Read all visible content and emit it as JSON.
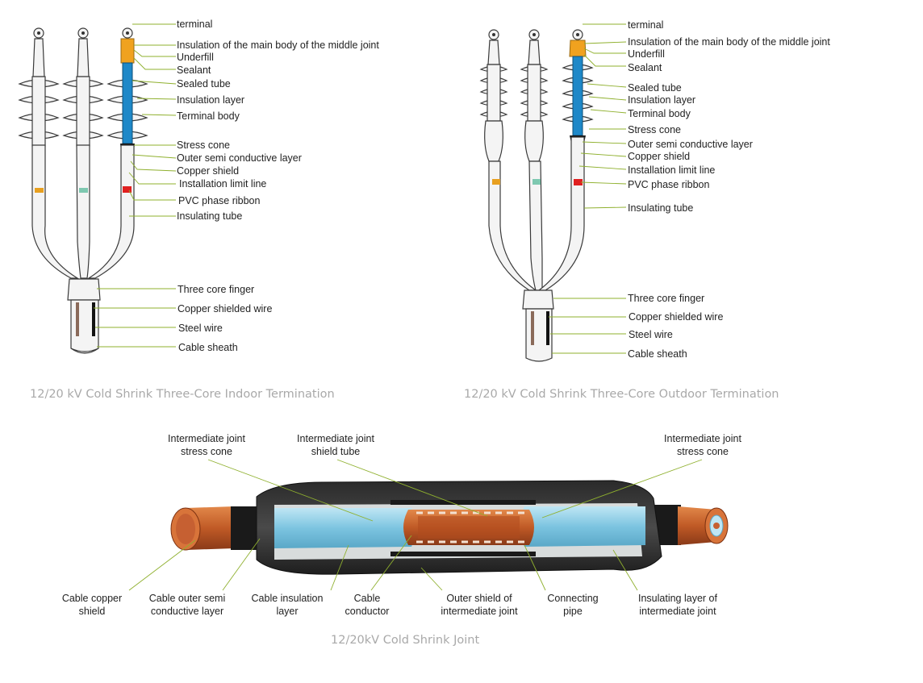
{
  "indoor": {
    "caption": "12/20 kV Cold Shrink Three-Core Indoor Termination",
    "labels": [
      "terminal",
      "Insulation of the main body of the middle joint",
      "Underfill",
      "Sealant",
      "Sealed tube",
      "Insulation layer",
      "Terminal body",
      "Stress cone",
      "Outer semi conductive layer",
      "Copper shield",
      "Installation limit line",
      "PVC phase ribbon",
      "Insulating tube",
      "Three core finger",
      "Copper shielded wire",
      "Steel wire",
      "Cable sheath"
    ]
  },
  "outdoor": {
    "caption": "12/20 kV Cold Shrink Three-Core Outdoor Termination",
    "labels": [
      "terminal",
      "Insulation of the main body of the middle joint",
      "Underfill",
      "Sealant",
      "Sealed tube",
      "Insulation layer",
      "Terminal body",
      "Stress cone",
      "Outer semi conductive layer",
      "Copper shield",
      "Installation limit line",
      "PVC phase ribbon",
      "Insulating tube",
      "Three core finger",
      "Copper shielded wire",
      "Steel wire",
      "Cable sheath"
    ]
  },
  "joint": {
    "caption": "12/20kV Cold Shrink Joint",
    "top_labels": [
      [
        "Intermediate joint",
        "stress cone"
      ],
      [
        "Intermediate joint",
        "shield tube"
      ],
      [
        "Intermediate joint",
        "stress cone"
      ]
    ],
    "bottom_labels": [
      [
        "Cable copper",
        "shield"
      ],
      [
        "Cable outer semi",
        "conductive layer"
      ],
      [
        "Cable insulation",
        "layer"
      ],
      [
        "Cable",
        "conductor"
      ],
      [
        "Outer shield of",
        "intermediate joint"
      ],
      [
        "Connecting",
        "pipe"
      ],
      [
        "Insulating layer of",
        "intermediate joint"
      ]
    ]
  },
  "colors": {
    "leader_line": "#8fb02e",
    "insulation_blue": "#1e88c8",
    "terminal_orange": "#f0a21f",
    "copper": "#c8642e",
    "joint_blue": "#8fd0e8",
    "phase_yellow": "#e8a020",
    "phase_green": "#7ec8b0",
    "phase_red": "#e02020",
    "caption_gray": "#a9a9a9"
  }
}
